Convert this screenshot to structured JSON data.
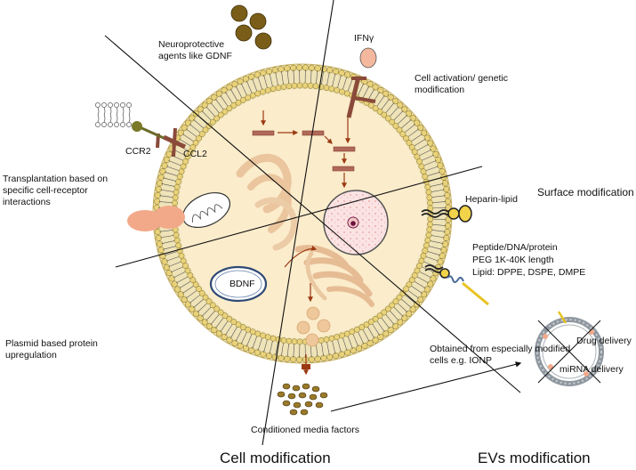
{
  "labels": {
    "neuroprotective": "Neuroprotective agents like GDNF",
    "ifn": "IFNγ",
    "cell_activation": "Cell activation/ genetic modification",
    "ccr2": "CCR2",
    "ccl2": "CCL2",
    "transplantation": "Transplantation based on specific cell-receptor interactions",
    "surface_modification": "Surface modification",
    "heparin_lipid": "Heparin-lipid",
    "peptide_line1": "Peptide/DNA/protein",
    "peptide_line2": "PEG 1K-40K length",
    "peptide_line3": "Lipid: DPPE, DSPE, DMPE",
    "bdnf": "BDNF",
    "plasmid": "Plasmid based protein upregulation",
    "obtained": "Obtained from especially modified cells e.g. IONP",
    "drug_delivery": "Drug delivery",
    "mirna_delivery": "miRNA delivery",
    "conditioned": "Conditioned media factors"
  },
  "footer": {
    "cell_modification": "Cell modification",
    "evs_modification": "EVs modification"
  },
  "colors": {
    "cytoplasm": "#fbeccb",
    "lipid_head": "#e9d27a",
    "receptor": "#8a4a3a",
    "arrow": "#9b3a12",
    "organelle": "#efc9a6",
    "nucleus": "#fbe3e3",
    "vesicle": "#eec79a",
    "gdnf": "#7a5d18",
    "peg_yellow": "#e8c320",
    "ev_ring": "#9aa3ab"
  }
}
